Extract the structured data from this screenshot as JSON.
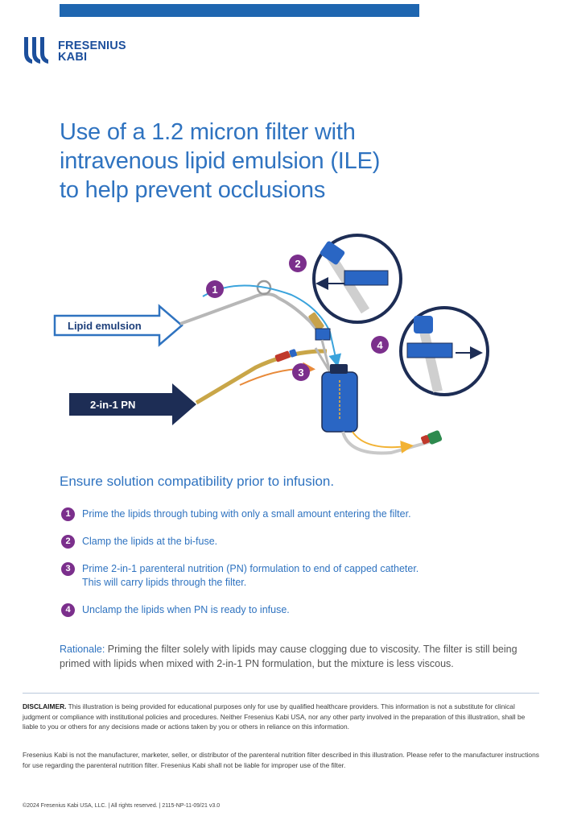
{
  "brand": {
    "line1": "FRESENIUS",
    "line2": "KABI",
    "color": "#1c4f9c"
  },
  "title": {
    "line1": "Use of a 1.2 micron filter with",
    "line2": "intravenous lipid emulsion (ILE)",
    "line3": "to help prevent occlusions"
  },
  "diagram": {
    "lipid_label": "Lipid emulsion",
    "pn_label": "2-in-1 PN",
    "markers": [
      "1",
      "2",
      "3",
      "4"
    ],
    "colors": {
      "marker": "#7b2f8c",
      "lipid_arrow": "#3aa3dc",
      "pn_arrow": "#e88a3a",
      "filter": "#2a66c4",
      "dark": "#1d2d55"
    }
  },
  "subtitle": "Ensure solution compatibility prior to infusion.",
  "steps": [
    {
      "num": "1",
      "text": "Prime the lipids through tubing with only a small amount entering the filter."
    },
    {
      "num": "2",
      "text": "Clamp the lipids at the bi-fuse."
    },
    {
      "num": "3",
      "text": "Prime 2-in-1 parenteral nutrition (PN) formulation to end of capped catheter.",
      "text2": "This will carry lipids through the filter."
    },
    {
      "num": "4",
      "text": "Unclamp the lipids when PN is ready to infuse."
    }
  ],
  "rationale": {
    "label": "Rationale:",
    "text": " Priming the filter solely with lipids may cause clogging due to viscosity. The filter is still being primed with lipids when mixed with 2-in-1 PN formulation, but the mixture is less viscous."
  },
  "disclaimer": {
    "label": "DISCLAIMER.",
    "text": " This illustration is being provided for educational purposes only for use by qualified healthcare providers. This information is not a substitute for clinical judgment or compliance with institutional policies and procedures. Neither Fresenius Kabi USA, nor any other party involved in the preparation of this illustration, shall be liable to you or others for any decisions made or actions taken by you or others in reliance on this information.",
    "text2": "Fresenius Kabi is not the manufacturer, marketer, seller, or distributor of the parenteral nutrition filter described in this illustration. Please refer to the manufacturer instructions for use regarding the parenteral nutrition filter. Fresenius Kabi shall not be liable for improper use of the filter."
  },
  "footer": "©2024 Fresenius Kabi USA, LLC.  |  All rights reserved.  |  2115-NP-11-09/21 v3.0"
}
